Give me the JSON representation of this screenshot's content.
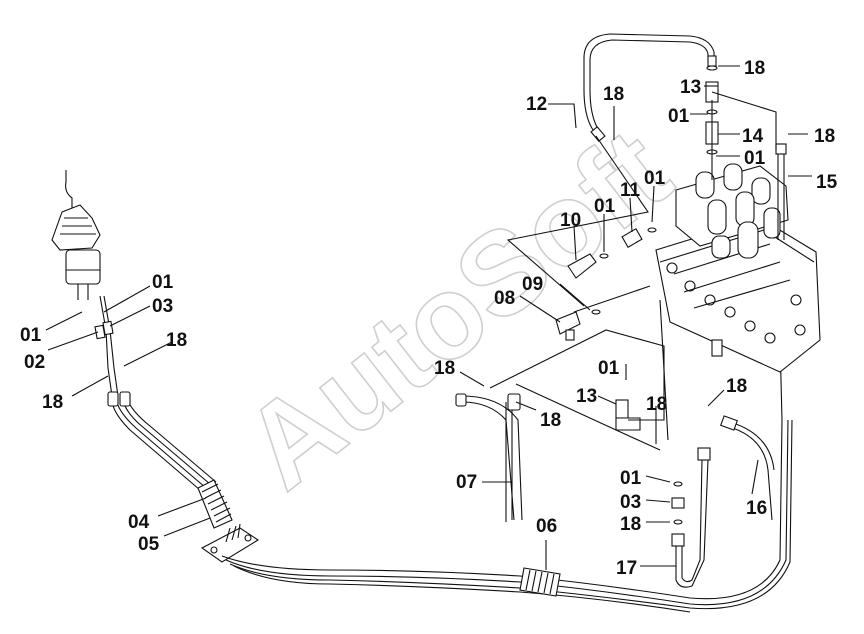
{
  "watermark": {
    "text": "AutoSoft",
    "color": "#cfcfcf"
  },
  "callouts": [
    {
      "id": "c01a",
      "text": "01"
    },
    {
      "id": "c02",
      "text": "02"
    },
    {
      "id": "c01b",
      "text": "01"
    },
    {
      "id": "c03a",
      "text": "03"
    },
    {
      "id": "c18a",
      "text": "18"
    },
    {
      "id": "c18b",
      "text": "18"
    },
    {
      "id": "c04",
      "text": "04"
    },
    {
      "id": "c05",
      "text": "05"
    },
    {
      "id": "c12",
      "text": "12"
    },
    {
      "id": "c18c",
      "text": "18"
    },
    {
      "id": "c13a",
      "text": "13"
    },
    {
      "id": "c18d",
      "text": "18"
    },
    {
      "id": "c01c",
      "text": "01"
    },
    {
      "id": "c14",
      "text": "14"
    },
    {
      "id": "c18e",
      "text": "18"
    },
    {
      "id": "c01d",
      "text": "01"
    },
    {
      "id": "c15",
      "text": "15"
    },
    {
      "id": "c01e",
      "text": "01"
    },
    {
      "id": "c11",
      "text": "11"
    },
    {
      "id": "c01f",
      "text": "01"
    },
    {
      "id": "c10",
      "text": "10"
    },
    {
      "id": "c09",
      "text": "09"
    },
    {
      "id": "c08",
      "text": "08"
    },
    {
      "id": "c18f",
      "text": "18"
    },
    {
      "id": "c01g",
      "text": "01"
    },
    {
      "id": "c13b",
      "text": "13"
    },
    {
      "id": "c18g",
      "text": "18"
    },
    {
      "id": "c18h",
      "text": "18"
    },
    {
      "id": "c18i",
      "text": "18"
    },
    {
      "id": "c07",
      "text": "07"
    },
    {
      "id": "c01h",
      "text": "01"
    },
    {
      "id": "c03b",
      "text": "03"
    },
    {
      "id": "c18j",
      "text": "18"
    },
    {
      "id": "c16",
      "text": "16"
    },
    {
      "id": "c06",
      "text": "06"
    },
    {
      "id": "c17",
      "text": "17"
    }
  ]
}
